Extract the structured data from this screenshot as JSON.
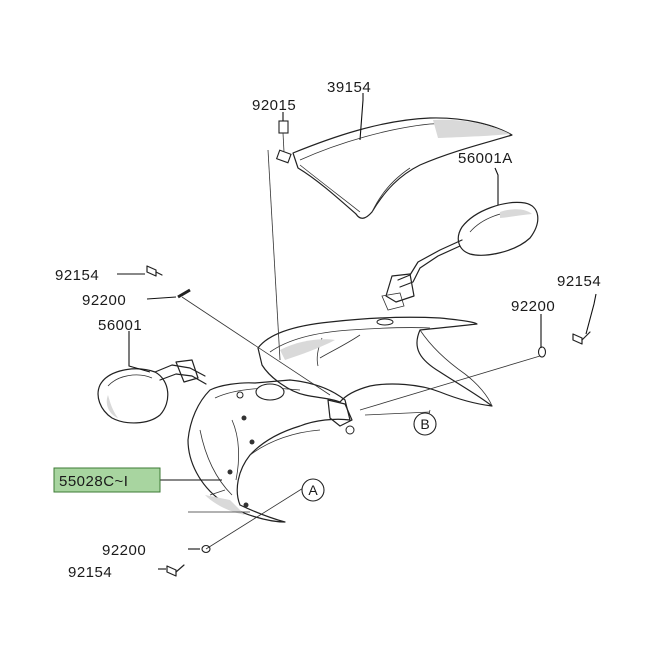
{
  "parts": {
    "p39154": "39154",
    "p92015": "92015",
    "p56001A": "56001A",
    "p92154_left": "92154",
    "p92200_left": "92200",
    "p56001": "56001",
    "p92154_right": "92154",
    "p92200_right": "92200",
    "p55028": "55028C~I",
    "p92200_bottom": "92200",
    "p92154_bottom": "92154"
  },
  "callouts": {
    "a": "A",
    "b": "B"
  },
  "colors": {
    "highlight_fill": "#a8d5a0",
    "highlight_stroke": "#3d7a35",
    "line": "#222222"
  }
}
